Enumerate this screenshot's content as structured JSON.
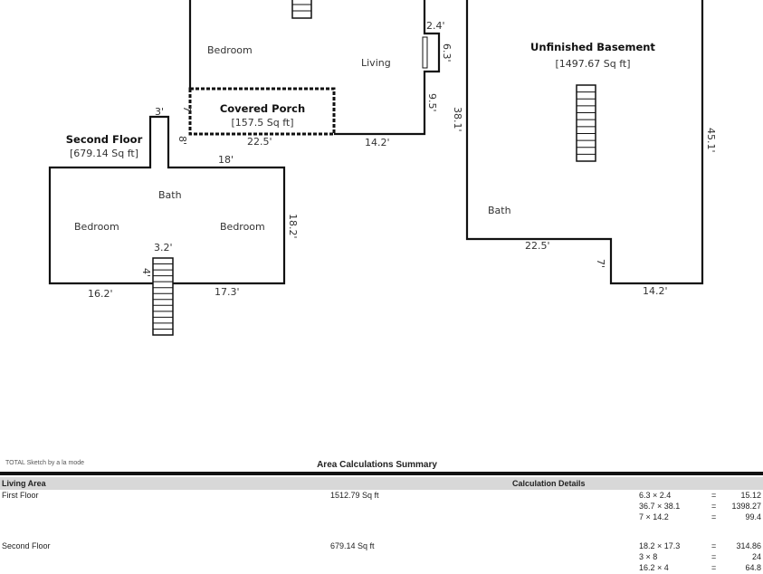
{
  "plan": {
    "first_floor": {
      "rooms": [
        "Bedroom",
        "Living"
      ],
      "dims": [
        "2.4'",
        "6.3'",
        "9.5'",
        "22.5'",
        "14.2'",
        "7'"
      ]
    },
    "porch": {
      "title": "Covered Porch",
      "area": "[157.5 Sq ft]"
    },
    "second_floor": {
      "title": "Second Floor",
      "area": "[679.14 Sq ft]",
      "rooms": [
        "Bath",
        "Bedroom",
        "Bedroom"
      ],
      "dims": [
        "3'",
        "8'",
        "18'",
        "18.2'",
        "3.2'",
        "4'",
        "16.2'",
        "17.3'"
      ]
    },
    "basement": {
      "title": "Unfinished Basement",
      "area": "[1497.67 Sq ft]",
      "rooms": [
        "Bath"
      ],
      "dims": [
        "38.1'",
        "45.1'",
        "22.5'",
        "7'",
        "14.2'"
      ]
    }
  },
  "summary": {
    "credit": "TOTAL Sketch by a la mode",
    "title": "Area Calculations Summary",
    "col_living": "Living Area",
    "col_details": "Calculation Details",
    "rows": [
      {
        "name": "First Floor",
        "area": "1512.79 Sq ft",
        "calcs": [
          [
            "6.3 × 2.4",
            "=",
            "15.12"
          ],
          [
            "36.7 × 38.1",
            "=",
            "1398.27"
          ],
          [
            "7 × 14.2",
            "=",
            "99.4"
          ]
        ]
      },
      {
        "name": "Second Floor",
        "area": "679.14 Sq ft",
        "calcs": [
          [
            "18.2 × 17.3",
            "=",
            "314.86"
          ],
          [
            "3 × 8",
            "=",
            "24"
          ],
          [
            "16.2 × 4",
            "=",
            "64.8"
          ]
        ]
      }
    ]
  }
}
